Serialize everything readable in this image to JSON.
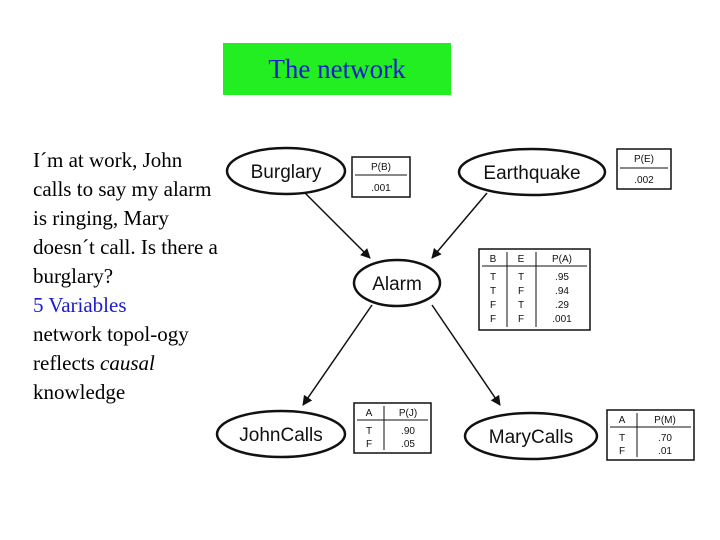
{
  "slide": {
    "title": "The network",
    "text": {
      "p1": "I´m at work, John calls to say my alarm is ringing, Mary doesn´t call. Is there a burglary?",
      "p2": "5 Variables",
      "p3_a": "network topol-ogy reflects",
      "p3_b": "causal",
      "p3_c": "knowledge"
    }
  },
  "network": {
    "nodes": {
      "burglary": "Burglary",
      "earthquake": "Earthquake",
      "alarm": "Alarm",
      "johncalls": "JohnCalls",
      "marycalls": "MaryCalls"
    },
    "cpt_burglary": {
      "header": "P(B)",
      "value": ".001"
    },
    "cpt_earthquake": {
      "header": "P(E)",
      "value": ".002"
    },
    "cpt_alarm": {
      "headers": [
        "B",
        "E",
        "P(A)"
      ],
      "rows": [
        [
          "T",
          "T",
          ".95"
        ],
        [
          "T",
          "F",
          ".94"
        ],
        [
          "F",
          "T",
          ".29"
        ],
        [
          "F",
          "F",
          ".001"
        ]
      ]
    },
    "cpt_john": {
      "headers": [
        "A",
        "P(J)"
      ],
      "rows": [
        [
          "T",
          ".90"
        ],
        [
          "F",
          ".05"
        ]
      ]
    },
    "cpt_mary": {
      "headers": [
        "A",
        "P(M)"
      ],
      "rows": [
        [
          "T",
          ".70"
        ],
        [
          "F",
          ".01"
        ]
      ]
    }
  }
}
